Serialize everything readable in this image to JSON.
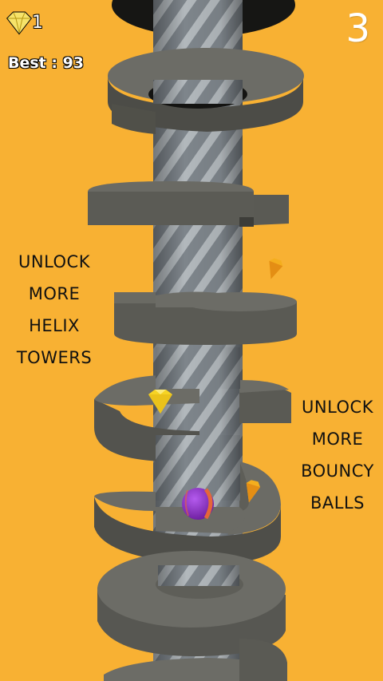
{
  "hud": {
    "gem_count": "1",
    "best_label": "Best : 93",
    "score": "3",
    "gem_icon": "diamond-icon"
  },
  "promo_towers": {
    "lines": [
      "UNLOCK",
      "MORE",
      "HELIX",
      "TOWERS"
    ]
  },
  "promo_balls": {
    "lines": [
      "UNLOCK",
      "MORE",
      "BOUNCY",
      "BALLS"
    ]
  },
  "colors": {
    "background": "#F8B133",
    "platform_top": "#6C6C65",
    "platform_side": "#4F4F4A",
    "pillar": "#7F868C",
    "pillar_stripe": "#B4BABE",
    "gem": "#F7D51F",
    "ball": "#8E2BC8",
    "ball_band": "#E5633A"
  }
}
